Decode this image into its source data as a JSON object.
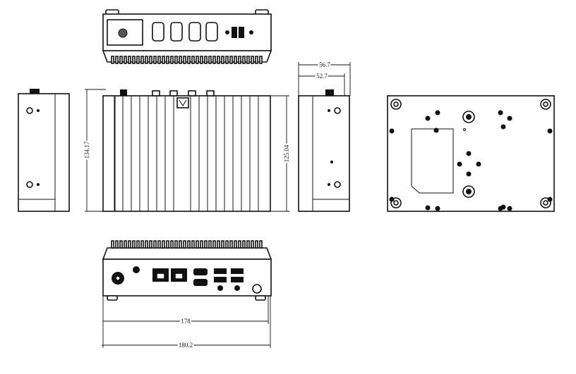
{
  "drawing": {
    "views": [
      "rear-panel-view",
      "left-side-view",
      "top-view",
      "right-side-view",
      "bottom-view",
      "front-panel-view"
    ],
    "dimensions": {
      "depth_overall": "56.7",
      "depth_body": "52.7",
      "height_overall": "134.17",
      "height_body": "125.04",
      "width_body": "178",
      "width_overall": "180.2"
    }
  }
}
